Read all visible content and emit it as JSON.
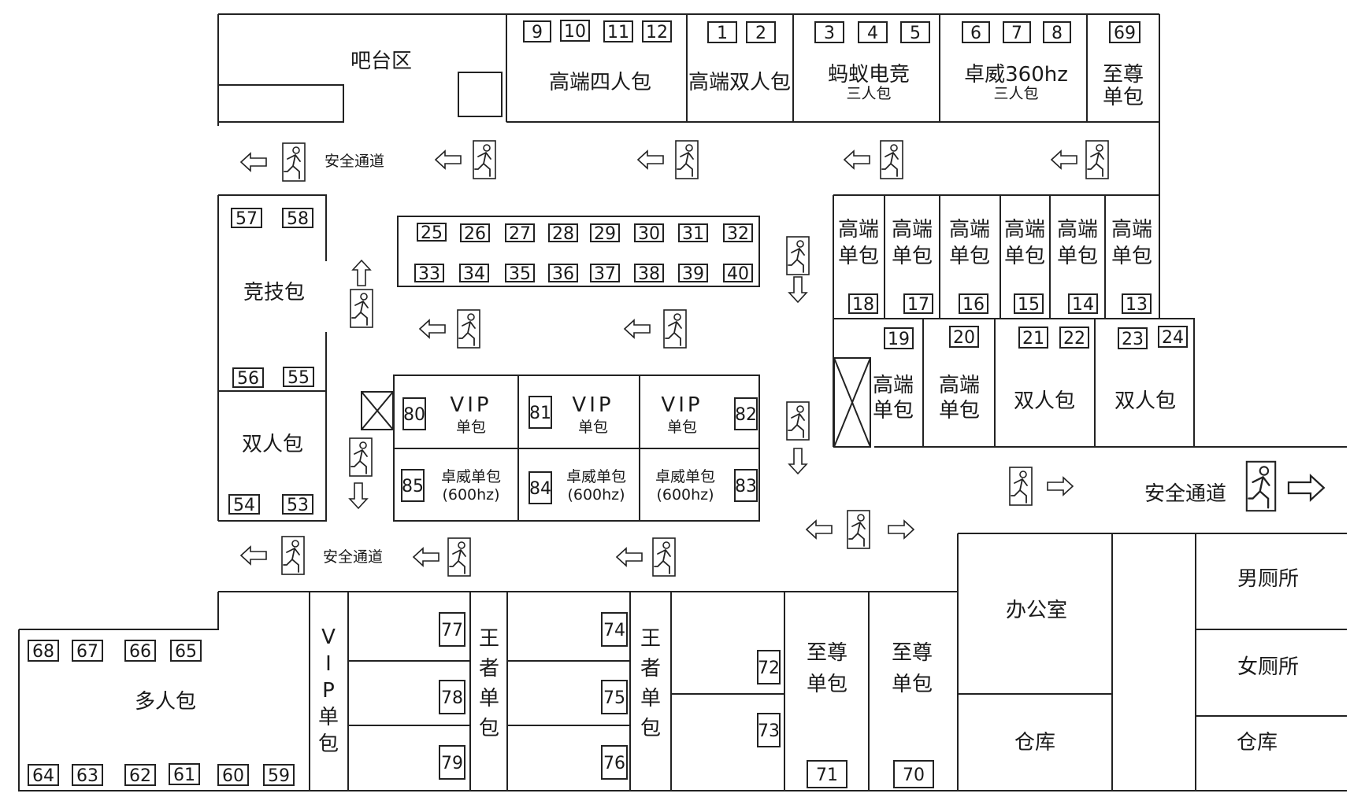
{
  "colors": {
    "wall": "#222222",
    "text": "#1a1a1a",
    "background": "#ffffff"
  },
  "icons": {
    "exit": "emergency-exit-running-man-icon",
    "arrow": "direction-arrow-icon",
    "blocked": "crossed-box-icon"
  },
  "labels": {
    "bar": "吧台区",
    "premium4": "高端四人包",
    "premium2": "高端双人包",
    "ant_a": "蚂蚁电竞",
    "ant_b": "三人包",
    "zw360_a": "卓威360hz",
    "zw360_b": "三人包",
    "supreme": "至尊单包",
    "premium_single": "高端单包",
    "double": "双人包",
    "arena": "竞技包",
    "vip_single": "VIP单包",
    "vip": "VIP",
    "single": "单包",
    "zowie_single": "卓威单包",
    "hz600": "(600hz)",
    "king_single": "王者单包",
    "multi": "多人包",
    "exit": "安全通道",
    "office": "办公室",
    "storage": "仓库",
    "mens": "男厕所",
    "womens": "女厕所"
  },
  "seats": {
    "s9": "9",
    "s10": "10",
    "s11": "11",
    "s12": "12",
    "s1": "1",
    "s2": "2",
    "s3": "3",
    "s4": "4",
    "s5": "5",
    "s6": "6",
    "s7": "7",
    "s8": "8",
    "s69": "69",
    "s25": "25",
    "s26": "26",
    "s27": "27",
    "s28": "28",
    "s29": "29",
    "s30": "30",
    "s31": "31",
    "s32": "32",
    "s33": "33",
    "s34": "34",
    "s35": "35",
    "s36": "36",
    "s37": "37",
    "s38": "38",
    "s39": "39",
    "s40": "40",
    "s57": "57",
    "s58": "58",
    "s56": "56",
    "s55": "55",
    "s54": "54",
    "s53": "53",
    "s18": "18",
    "s17": "17",
    "s16": "16",
    "s15": "15",
    "s14": "14",
    "s13": "13",
    "s19": "19",
    "s20": "20",
    "s21": "21",
    "s22": "22",
    "s23": "23",
    "s24": "24",
    "s80": "80",
    "s81": "81",
    "s82": "82",
    "s85": "85",
    "s84": "84",
    "s83": "83",
    "s68": "68",
    "s67": "67",
    "s66": "66",
    "s65": "65",
    "s64": "64",
    "s63": "63",
    "s62": "62",
    "s61": "61",
    "s60": "60",
    "s59": "59",
    "s77": "77",
    "s78": "78",
    "s79": "79",
    "s74": "74",
    "s75": "75",
    "s76": "76",
    "s72": "72",
    "s73": "73",
    "s71": "71",
    "s70": "70"
  }
}
